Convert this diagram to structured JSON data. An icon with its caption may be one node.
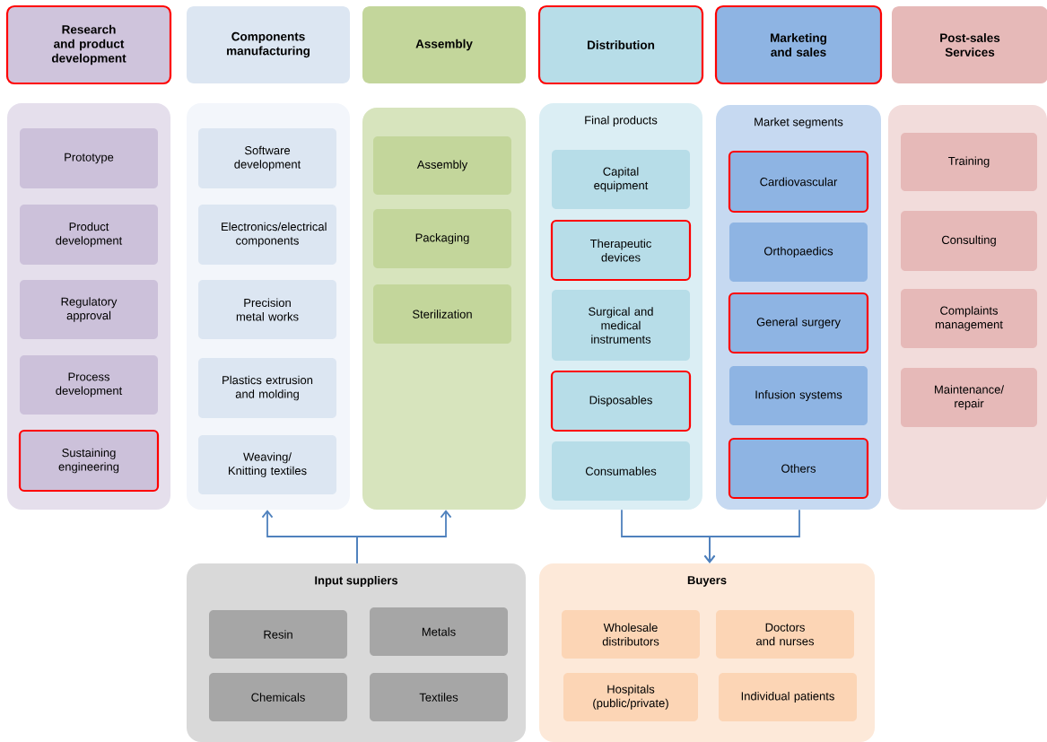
{
  "diagram": {
    "nodes": [
      {
        "text": [
          "Research and product development"
        ]
      },
      {
        "text": [
          "Components manufacturing"
        ]
      },
      {
        "text": [
          "Assembly"
        ]
      },
      {
        "text": [
          "Distribution"
        ]
      },
      {
        "text": [
          "Marketing and sales"
        ]
      },
      {
        "text": [
          "Post-sales Services"
        ]
      },
      {
        "text": [],
        "shape": "box"
      },
      {
        "text": [
          "Prototype"
        ],
        "in": 6
      },
      {
        "text": [
          "Product development"
        ],
        "in": 6
      },
      {
        "text": [
          "Regulatory approval"
        ],
        "in": 6
      },
      {
        "text": [
          "Process development"
        ],
        "in": 6
      },
      {
        "text": [
          "Sustaining engineering"
        ],
        "in": 6
      },
      {
        "text": [],
        "shape": "box"
      },
      {
        "text": [
          "Software development"
        ],
        "in": 12
      },
      {
        "text": [
          "Electronics/electrical components"
        ],
        "in": 12
      },
      {
        "text": [
          "Precision metal works"
        ],
        "in": 12
      },
      {
        "text": [
          "Plastics extrusion and molding"
        ],
        "in": 12
      },
      {
        "text": [
          "Weaving/ Knitting textiles"
        ],
        "in": 12
      },
      {
        "text": [],
        "shape": "box"
      },
      {
        "text": [
          "Assembly"
        ],
        "in": 18
      },
      {
        "text": [
          "Packaging"
        ],
        "in": 18
      },
      {
        "text": [
          "Sterilization"
        ],
        "in": 18
      },
      {
        "text": [
          "Final products"
        ]
      },
      {
        "text": [
          "Capital equipment"
        ],
        "in": 22
      },
      {
        "text": [
          "Therapeutic devices"
        ],
        "in": 22
      },
      {
        "text": [
          "Surgical and medical instruments"
        ],
        "in": 22
      },
      {
        "text": [
          "Disposables"
        ],
        "in": 22
      },
      {
        "text": [
          "Consumables"
        ],
        "in": 22
      },
      {
        "text": [
          "Market segments"
        ]
      },
      {
        "text": [
          "Cardiovascular"
        ],
        "in": 28
      },
      {
        "text": [
          "Orthopaedics"
        ],
        "in": 28
      },
      {
        "text": [
          "General surgery"
        ],
        "in": 28
      },
      {
        "text": [
          "Infusion systems"
        ],
        "in": 28
      },
      {
        "text": [
          "Others"
        ],
        "in": 28
      },
      {
        "text": [],
        "shape": "box"
      },
      {
        "text": [
          "Training"
        ],
        "in": 34
      },
      {
        "text": [
          "Consulting"
        ],
        "in": 34
      },
      {
        "text": [
          "Complaints management"
        ],
        "in": 34
      },
      {
        "text": [
          "Maintenance/ repair"
        ],
        "in": 34
      },
      {
        "text": [
          "Input suppliers"
        ]
      },
      {
        "text": [
          "Resin"
        ],
        "in": 39
      },
      {
        "text": [
          "Metals"
        ],
        "in": 39
      },
      {
        "text": [
          "Chemicals"
        ],
        "in": 39
      },
      {
        "text": [
          "Textiles"
        ],
        "in": 39
      },
      {
        "text": [
          "Buyers"
        ]
      },
      {
        "text": [
          "Wholesale distributors"
        ],
        "in": 44
      },
      {
        "text": [
          "Doctors and nurses"
        ],
        "in": 44
      },
      {
        "text": [
          "Hospitals (public/private)"
        ],
        "in": 44
      },
      {
        "text": [
          "Individual patients"
        ],
        "in": 44
      }
    ],
    "edges": [
      {
        "from": 39,
        "to": 12,
        "arrow": "to"
      },
      {
        "from": 39,
        "to": 18,
        "arrow": "to"
      },
      {
        "from": 22,
        "to": 44,
        "arrow": "to"
      },
      {
        "from": 28,
        "to": 44,
        "arrow": "to"
      }
    ]
  }
}
